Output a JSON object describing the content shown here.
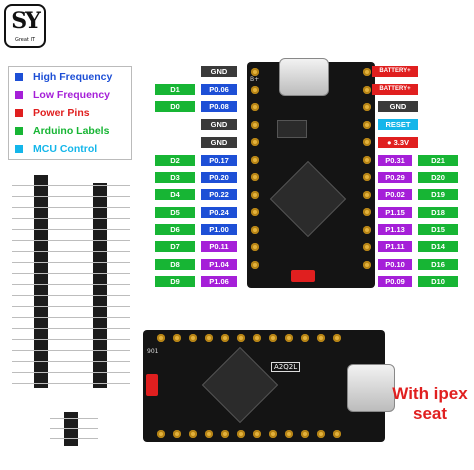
{
  "logo": {
    "letters": "SY",
    "sub": "Great IT"
  },
  "legend": [
    {
      "label": "High Frequency",
      "color": "#1d4fd6",
      "text_color": "#1d4fd6"
    },
    {
      "label": "Low Frequency",
      "color": "#a51fd8",
      "text_color": "#a51fd8"
    },
    {
      "label": "Power Pins",
      "color": "#e01f1f",
      "text_color": "#e01f1f"
    },
    {
      "label": "Arduino Labels",
      "color": "#17b534",
      "text_color": "#17b534"
    },
    {
      "label": "MCU Control",
      "color": "#14b6ea",
      "text_color": "#14b6ea"
    }
  ],
  "left_pins": {
    "gnd_top": "GND",
    "d1": "D1",
    "p006": "P0.06",
    "d0": "D0",
    "p008": "P0.08",
    "gnd_a": "GND",
    "gnd_b": "GND",
    "d2": "D2",
    "p017": "P0.17",
    "d3": "D3",
    "p020": "P0.20",
    "d4": "D4",
    "p022": "P0.22",
    "d5": "D5",
    "p024": "P0.24",
    "d6": "D6",
    "p100": "P1.00",
    "d7": "D7",
    "p011": "P0.11",
    "d8": "D8",
    "p104": "P1.04",
    "d9": "D9",
    "p106": "P1.06"
  },
  "right_pins": {
    "battery1": "BATTERY+",
    "battery2": "BATTERY+",
    "gnd": "GND",
    "reset": "RESET",
    "v33": "3.3V",
    "p031": "P0.31",
    "d21": "D21",
    "p029": "P0.29",
    "d20": "D20",
    "p002": "P0.02",
    "d19": "D19",
    "p115": "P1.15",
    "d18": "D18",
    "p113": "P1.13",
    "d15": "D15",
    "p111": "P1.11",
    "d14": "D14",
    "p010": "P0.10",
    "d16": "D16",
    "p009": "P0.09",
    "d10": "D10"
  },
  "board": {
    "silk_top": "B+",
    "silk_bottom": "901",
    "part_label": "A2Q2L"
  },
  "ipex": {
    "line1": "With ipex",
    "line2": "seat"
  }
}
